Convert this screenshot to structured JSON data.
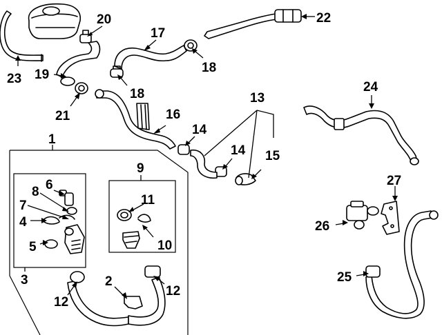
{
  "callouts": {
    "c1": "1",
    "c2": "2",
    "c3": "3",
    "c4": "4",
    "c5": "5",
    "c6": "6",
    "c7": "7",
    "c8": "8",
    "c9": "9",
    "c10": "10",
    "c11": "11",
    "c12a": "12",
    "c12b": "12",
    "c13": "13",
    "c14a": "14",
    "c14b": "14",
    "c15": "15",
    "c16": "16",
    "c17": "17",
    "c18a": "18",
    "c18b": "18",
    "c19": "19",
    "c20": "20",
    "c21": "21",
    "c22": "22",
    "c23": "23",
    "c24": "24",
    "c25": "25",
    "c26": "26",
    "c27": "27"
  }
}
